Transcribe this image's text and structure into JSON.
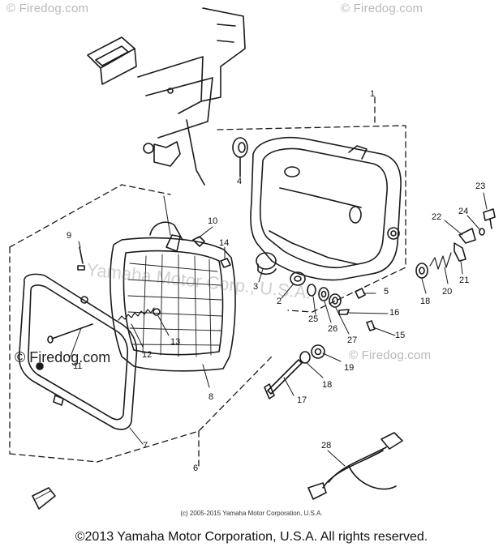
{
  "watermarks": {
    "top_left": "© Firedog.com",
    "top_right": "© Firedog.com",
    "mid_left": "© Firedog.com",
    "mid_right": "© Firedog.com",
    "center": "Yamaha Motor Corp., U.S.A."
  },
  "part_numbers": [
    "1",
    "2",
    "3",
    "4",
    "5",
    "6",
    "7",
    "8",
    "9",
    "10",
    "11",
    "12",
    "13",
    "14",
    "15",
    "16",
    "17",
    "18",
    "18",
    "19",
    "20",
    "21",
    "22",
    "23",
    "24",
    "25",
    "26",
    "27",
    "28"
  ],
  "copyright_small": "(c) 2005-2015 Yamaha Motor Corporation, U.S.A.",
  "copyright_main": "©2013 Yamaha Motor Corporation, U.S.A. All rights reserved."
}
